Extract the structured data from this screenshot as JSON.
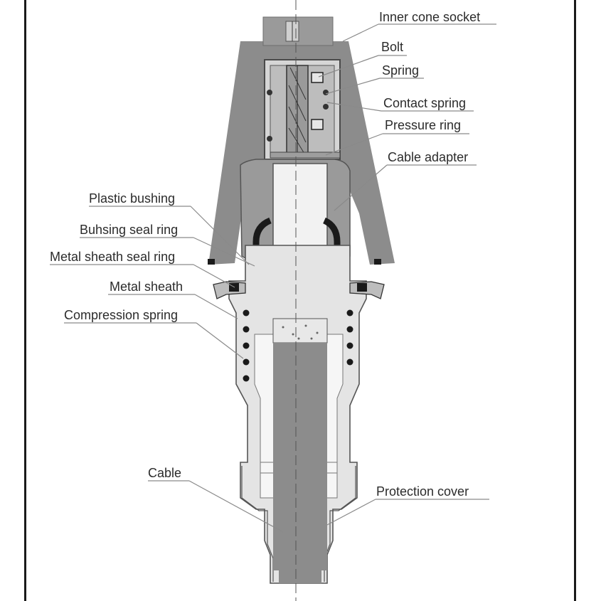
{
  "labels": {
    "inner_cone_socket": "Inner cone socket",
    "bolt": "Bolt",
    "spring": "Spring",
    "contact_spring": "Contact spring",
    "pressure_ring": "Pressure ring",
    "cable_adapter": "Cable adapter",
    "plastic_bushing": "Plastic bushing",
    "bushing_seal_ring": "Buhsing seal ring",
    "metal_sheath_seal_ring": "Metal sheath seal ring",
    "metal_sheath": "Metal sheath",
    "compression_spring": "Compression spring",
    "cable": "Cable",
    "protection_cover": "Protection cover"
  },
  "colors": {
    "socket_gray": "#8c8c8c",
    "dark_gray": "#6e6e6e",
    "light_gray": "#d9d9d9",
    "black": "#1a1a1a",
    "label_text": "#2b2b2b"
  }
}
